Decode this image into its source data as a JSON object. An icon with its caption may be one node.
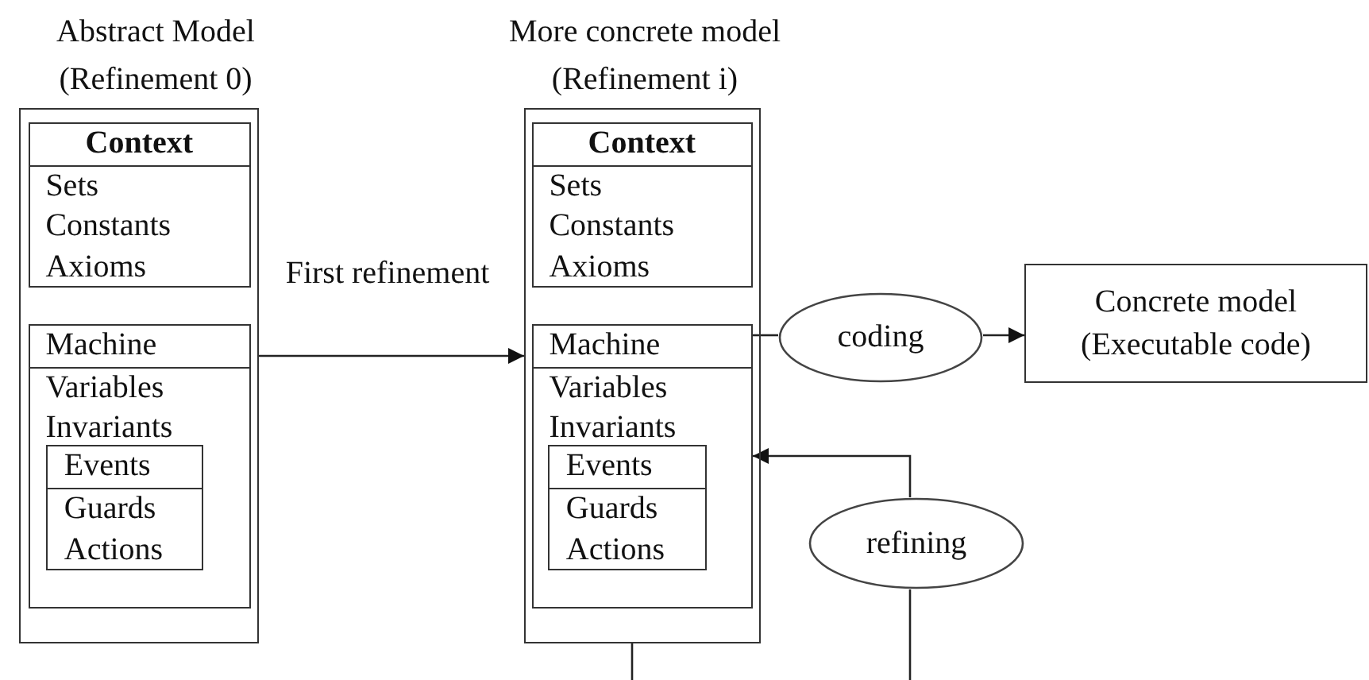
{
  "diagram": {
    "nodes": [
      {
        "text": [
          "Abstract Model (Refinement 0)"
        ]
      },
      {
        "text": [
          "Context",
          "Sets",
          "Constants",
          "Axioms"
        ],
        "in": 0
      },
      {
        "text": [
          "Machine",
          "Variables",
          "Invariants"
        ],
        "in": 0
      },
      {
        "text": [
          "Events",
          "Guards",
          "Actions"
        ],
        "in": 2
      },
      {
        "text": [
          "More concrete model (Refinement i)"
        ]
      },
      {
        "text": [
          "Context",
          "Sets",
          "Constants",
          "Axioms"
        ],
        "in": 4
      },
      {
        "text": [
          "Machine",
          "Variables",
          "Invariants"
        ],
        "in": 4
      },
      {
        "text": [
          "Events",
          "Guards",
          "Actions"
        ],
        "in": 6
      },
      {
        "text": [
          "coding"
        ]
      },
      {
        "text": [
          "Concrete model (Executable code)"
        ]
      },
      {
        "text": [
          "refining"
        ]
      }
    ],
    "edges": [
      {
        "from": 0,
        "to": 4,
        "arrow": "to",
        "label": "First refinement"
      },
      {
        "from": 6,
        "to": 8,
        "arrow": "none"
      },
      {
        "from": 8,
        "to": 9,
        "arrow": "to"
      },
      {
        "from": 10,
        "to": 6,
        "arrow": "to"
      },
      {
        "from": 4,
        "to": null,
        "arrow": "none"
      },
      {
        "from": 10,
        "to": null,
        "arrow": "none"
      }
    ]
  }
}
